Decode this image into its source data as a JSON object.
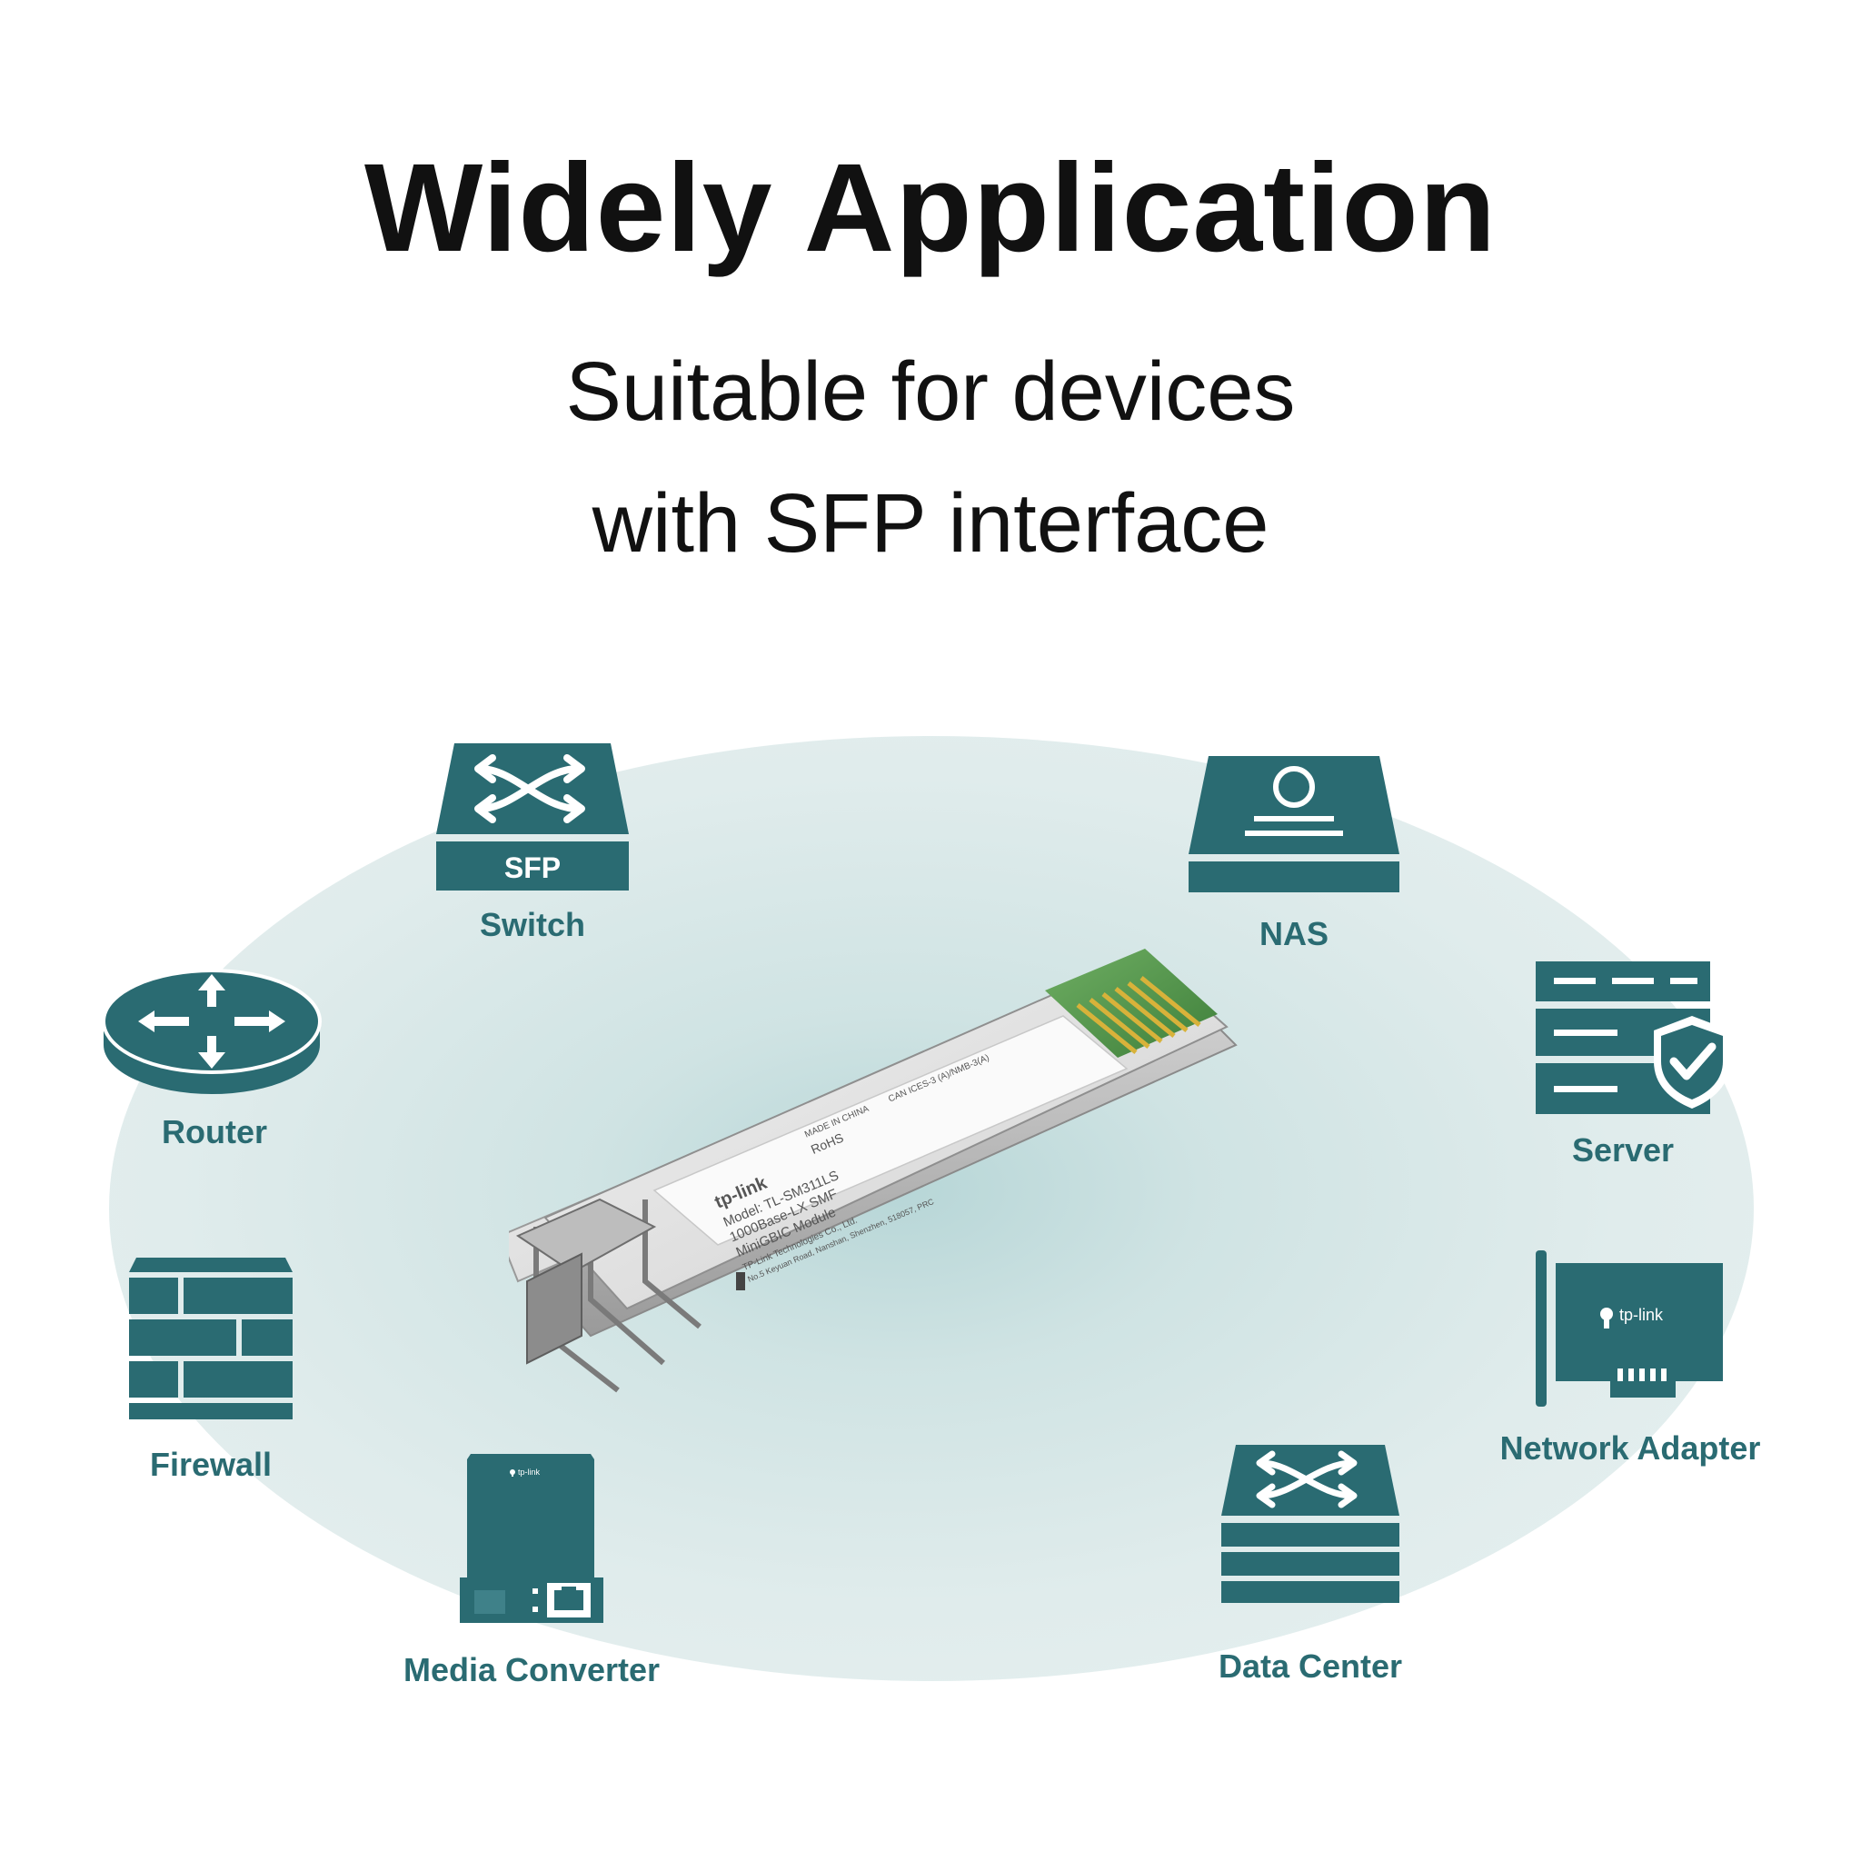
{
  "heading": {
    "title": "Widely Application",
    "subtitle_line1": "Suitable for devices",
    "subtitle_line2": "with SFP interface"
  },
  "colors": {
    "teal": "#2a6b72",
    "teal_dark": "#235b61",
    "ellipse": "#d6e8e8",
    "text": "#111111"
  },
  "devices": {
    "switch": {
      "label": "Switch",
      "badge": "SFP",
      "icon": "switch-icon"
    },
    "nas": {
      "label": "NAS",
      "icon": "nas-icon"
    },
    "router": {
      "label": "Router",
      "icon": "router-icon"
    },
    "server": {
      "label": "Server",
      "icon": "server-shield-icon"
    },
    "firewall": {
      "label": "Firewall",
      "icon": "firewall-brick-icon"
    },
    "network_adapter": {
      "label": "Network Adapter",
      "logo": "tp-link",
      "icon": "network-card-icon"
    },
    "media_converter": {
      "label": "Media Converter",
      "logo": "tp-link",
      "icon": "media-converter-icon"
    },
    "data_center": {
      "label": "Data Center",
      "icon": "data-center-icon"
    }
  },
  "module": {
    "brand": "tp-link",
    "model_line": "Model: TL-SM311LS",
    "spec_line1": "1000Base-LX SMF",
    "spec_line2": "MiniGBIC Module",
    "maker_line1": "TP-Link Technologies Co., Ltd.",
    "maker_line2": "No.5 Keyuan Road, Nanshan, Shenzhen, 518057, PRC",
    "made_in": "MADE IN CHINA",
    "compliance": "CAN ICES-3 (A)/NMB-3(A)",
    "rohs": "RoHS"
  }
}
